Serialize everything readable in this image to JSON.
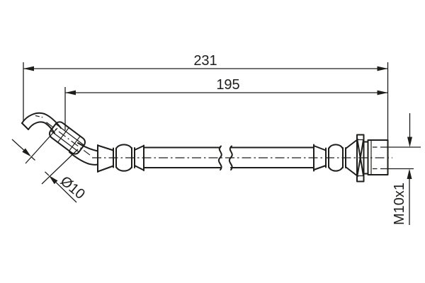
{
  "drawing": {
    "dim_overall": "231",
    "dim_free_length": "195",
    "dia_label": "Ø10",
    "thread_label": "M10x1",
    "line_color": "#1d1d1b",
    "background_color": "#ffffff"
  }
}
